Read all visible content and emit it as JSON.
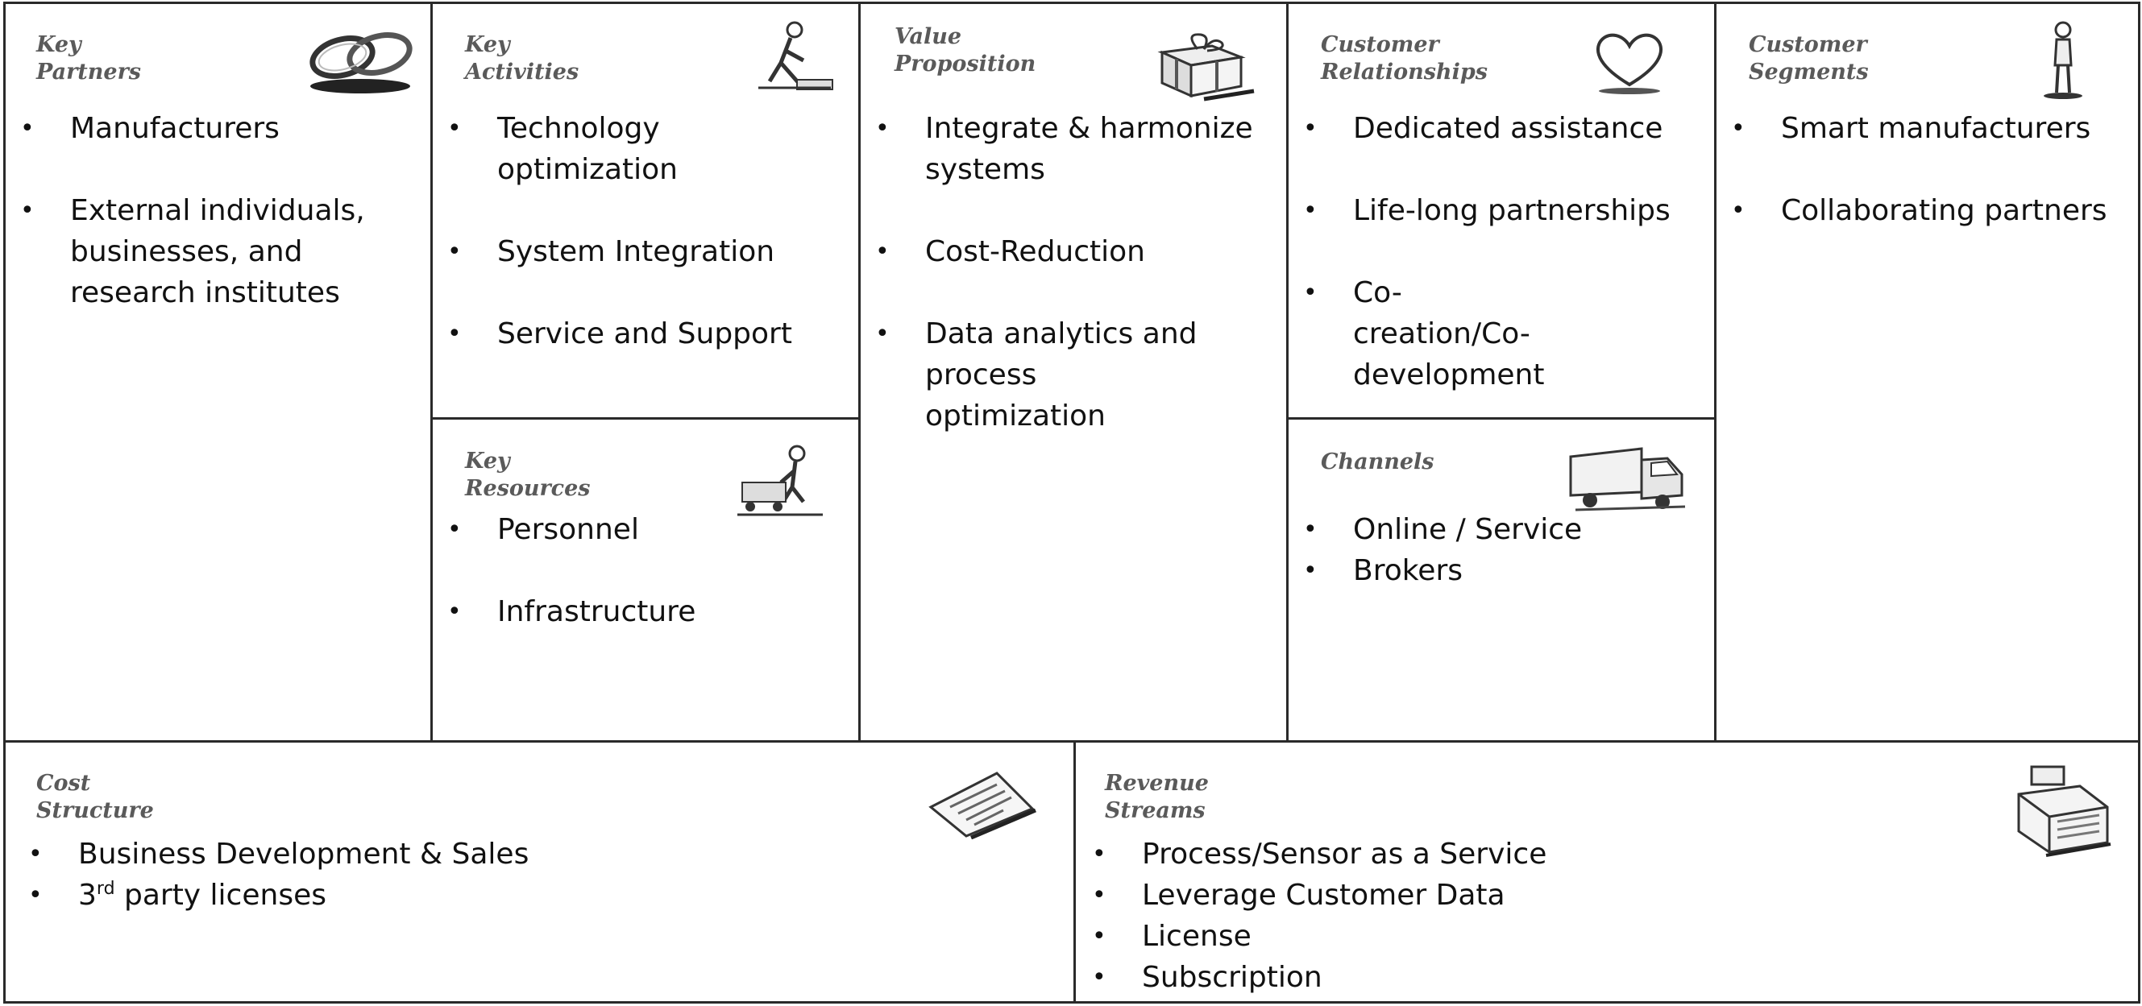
{
  "canvas": {
    "key_partners": {
      "title_line1": "Key",
      "title_line2": "Partners",
      "icon": "chain-link-icon",
      "items": [
        "Manufacturers",
        "External individuals, businesses, and research institutes"
      ]
    },
    "key_activities": {
      "title_line1": "Key",
      "title_line2": "Activities",
      "icon": "worker-icon",
      "items": [
        "Technology optimization",
        "System Integration",
        "Service and Support"
      ]
    },
    "key_resources": {
      "title_line1": "Key",
      "title_line2": "Resources",
      "icon": "worker-with-cart-icon",
      "items": [
        "Personnel",
        "Infrastructure"
      ]
    },
    "value_proposition": {
      "title_line1": "Value",
      "title_line2": "Proposition",
      "icon": "gift-icon",
      "items": [
        "Integrate & harmonize systems",
        "Cost-Reduction",
        "Data analytics and process optimization"
      ]
    },
    "customer_relationships": {
      "title_line1": "Customer",
      "title_line2": "Relationships",
      "icon": "heart-icon",
      "items": [
        "Dedicated assistance",
        "Life-long partnerships",
        "Co-creation/Co-development"
      ]
    },
    "channels": {
      "title_line1": "Channels",
      "icon": "truck-icon",
      "items": [
        "Online / Service",
        "Brokers"
      ]
    },
    "customer_segments": {
      "title_line1": "Customer",
      "title_line2": "Segments",
      "icon": "person-icon",
      "items": [
        "Smart manufacturers",
        "Collaborating partners"
      ]
    },
    "cost_structure": {
      "title_line1": "Cost",
      "title_line2": "Structure",
      "icon": "document-icon",
      "items": [
        "Business Development & Sales"
      ],
      "licenses_prefix": "3",
      "licenses_superscript": "rd",
      "licenses_suffix": " party licenses"
    },
    "revenue_streams": {
      "title_line1": "Revenue",
      "title_line2": "Streams",
      "icon": "cash-register-icon",
      "items": [
        "Process/Sensor as a Service",
        "Leverage Customer Data",
        "License",
        "Subscription"
      ]
    }
  }
}
